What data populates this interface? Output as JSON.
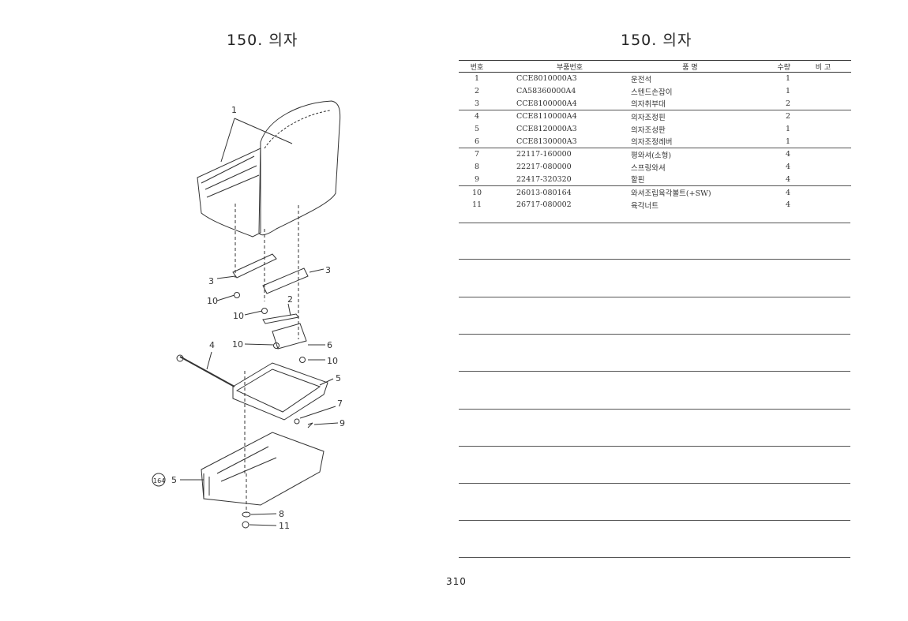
{
  "page": {
    "title_left": "150. 의자",
    "title_right": "150. 의자",
    "page_number": "310"
  },
  "diagram": {
    "callouts": [
      "1",
      "3",
      "3",
      "10",
      "10",
      "2",
      "10",
      "6",
      "10",
      "4",
      "5",
      "7",
      "9",
      "8",
      "11",
      "164",
      "5"
    ]
  },
  "table": {
    "headers": {
      "no": "번호",
      "part_no": "부품번호",
      "name": "품   명",
      "qty": "수량",
      "note": "비  고"
    },
    "rows": [
      {
        "no": "1",
        "part_no": "CCE8010000A3",
        "name": "운전석",
        "qty": "1",
        "note": ""
      },
      {
        "no": "2",
        "part_no": "CA58360000A4",
        "name": "스텐드손잡이",
        "qty": "1",
        "note": ""
      },
      {
        "no": "3",
        "part_no": "CCE8100000A4",
        "name": "의자취부대",
        "qty": "2",
        "note": ""
      },
      {
        "no": "4",
        "part_no": "CCE8110000A4",
        "name": "의자조정핀",
        "qty": "2",
        "note": ""
      },
      {
        "no": "5",
        "part_no": "CCE8120000A3",
        "name": "의자조성판",
        "qty": "1",
        "note": ""
      },
      {
        "no": "6",
        "part_no": "CCE8130000A3",
        "name": "의자조정레버",
        "qty": "1",
        "note": ""
      },
      {
        "no": "7",
        "part_no": "22117-160000",
        "name": "평와셔(소형)",
        "qty": "4",
        "note": ""
      },
      {
        "no": "8",
        "part_no": "22217-080000",
        "name": "스프링와셔",
        "qty": "4",
        "note": ""
      },
      {
        "no": "9",
        "part_no": "22417-320320",
        "name": "할핀",
        "qty": "4",
        "note": ""
      },
      {
        "no": "10",
        "part_no": "26013-080164",
        "name": "와셔조립육각볼트(+SW)",
        "qty": "4",
        "note": ""
      },
      {
        "no": "11",
        "part_no": "26717-080002",
        "name": "육각너트",
        "qty": "4",
        "note": ""
      }
    ]
  }
}
